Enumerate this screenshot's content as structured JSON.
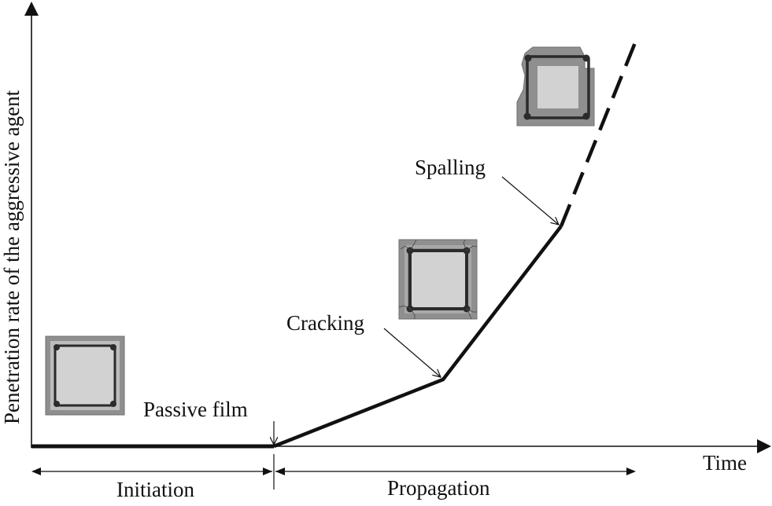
{
  "diagram": {
    "axes": {
      "y_label": "Penetration rate of the aggressive agent",
      "x_label": "Time"
    },
    "annotations": {
      "passive_film": "Passive film",
      "cracking": "Cracking",
      "spalling": "Spalling"
    },
    "phases": [
      {
        "label": "Initiation"
      },
      {
        "label": "Propagation"
      }
    ],
    "cross_sections": [
      {
        "name": "intact-section",
        "state": "passive"
      },
      {
        "name": "cracked-section",
        "state": "cracking"
      },
      {
        "name": "spalled-section",
        "state": "spalling"
      }
    ],
    "colors": {
      "line": "#111111",
      "cover_concrete": "#8f8f8f",
      "core_concrete": "#d2d2d2",
      "rebar": "#2b2b2b",
      "light_band": "#b9b9b9"
    }
  }
}
